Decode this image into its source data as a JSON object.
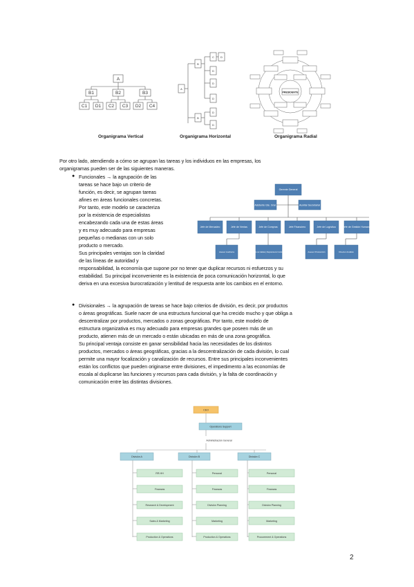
{
  "top_figure": {
    "captions": [
      "Organigrama Vertical",
      "Organigrama Horizontal",
      "Organigrama Radial"
    ],
    "vertical_nodes": {
      "root": "A",
      "level1": [
        "B1",
        "B2",
        "B3"
      ],
      "level2": [
        "C1",
        "D1",
        "C2",
        "C3",
        "D2",
        "C4"
      ]
    },
    "horizontal_nodes": {
      "root": "A",
      "level1": [
        "B",
        "B"
      ],
      "level2": [
        "C",
        "D",
        "D",
        "D"
      ],
      "level3": [
        "D",
        "D",
        "D"
      ]
    },
    "radial_center": "PRESIDENTE"
  },
  "intro_text": [
    "Por otro lado, atendiendo a cómo se agrupan las tareas y los individuos en las empresas, los",
    "organigramas pueden ser de las siguientes maneras."
  ],
  "funcionales": {
    "lines": [
      "Funcionales → la agrupación de las",
      "tareas se hace bajo un criterio de",
      "función, es decir, se agrupan tareas",
      "afines en áreas funcionales concretas.",
      "Por tanto, este modelo se caracteriza",
      "por la existencia de especialistas",
      "encabezando cada una de estas áreas",
      "y es muy adecuado para empresas",
      "pequeñas o medianas con un solo",
      "producto o mercado.",
      "Sus principales ventajas son la claridad",
      "de las líneas de autoridad y",
      "responsabilidad, la economía que supone por no tener que duplicar recursos ni esfuerzos y su",
      "estabilidad. Su principal inconveniente es la existencia de poca comunicación horizontal, lo que",
      "deriva en una excesiva burocratización y lentitud de respuesta ante los cambios en el entorno."
    ]
  },
  "functional_chart": {
    "root": "Gerente General",
    "staff": [
      "Asistente Gte. Gral.",
      "Auxiliar Secretarial"
    ],
    "departments": [
      "Jefe de Mercadeo",
      "Jefe de Ventas",
      "Jefe de Compras",
      "Jefe Financiero",
      "Jefe de Logística",
      "Jefe de Gestión Humana"
    ],
    "sub_units": [
      "Asesor Auditoría",
      "Jefe de Calidad y Mejoramiento Continuo",
      "Asesor Producción",
      "Director Análisis"
    ]
  },
  "divisionales": {
    "lines": [
      "Divisionales → la agrupación de tareas se hace bajo criterios de división, es decir, por productos",
      "o áreas geográficas. Suele nacer de una estructura funcional que ha crecido mucho y que obliga a",
      "descentralizar por productos, mercados o zonas geográficas. Por tanto, este modelo de",
      "estructura organizativa es muy adecuado para empresas grandes que poseen más de un",
      "producto, atienen más de un mercado o están ubicadas en más de una zona geográfica.",
      "Su principal ventaja consiste en ganar sensibilidad hacia las necesidades de los distintos",
      "productos, mercados o áreas geográficas, gracias a la descentralización de cada división, lo cual",
      "permite una mayor focalización y canalización de recursos. Entre sus principales inconvenientes",
      "están los conflictos que pueden originarse entre divisiones, el impedimento a las economías de",
      "escala al duplicarse las funciones y recursos para cada división, y la falta de coordinación y",
      "comunicación entre las distintas divisiones."
    ]
  },
  "divisional_chart": {
    "root": "CEO",
    "support": "Operations Support",
    "admin": "Administración General",
    "divisions": [
      {
        "name": "División A",
        "items": [
          "RR.HH",
          "Finanzas",
          "Research & Development",
          "Sales & Marketing",
          "Production & Operations"
        ]
      },
      {
        "name": "División B",
        "items": [
          "Personal",
          "Finanzas",
          "División Planning",
          "Marketing",
          "Production & Operations"
        ]
      },
      {
        "name": "División C",
        "items": [
          "Personal",
          "Finanzas",
          "División Planning",
          "Marketing",
          "Procurement & Operations"
        ]
      }
    ]
  },
  "page_number": "2"
}
